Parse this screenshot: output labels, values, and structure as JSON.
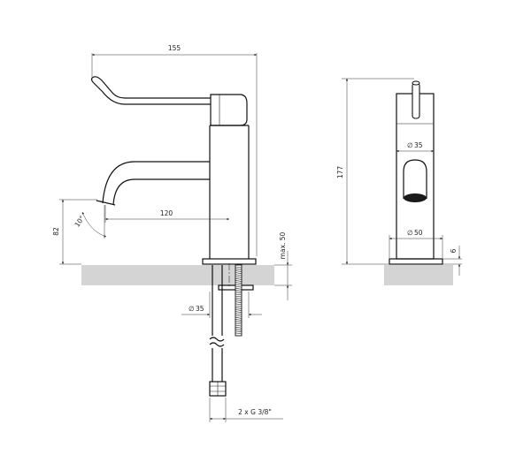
{
  "dimensions": {
    "overall_width": "155",
    "spout_reach": "120",
    "spout_height": "82",
    "spout_angle": "10°",
    "max_counter_thickness": "max. 50",
    "hole_diameter": "35",
    "connection": "2 x G 3/8\"",
    "overall_height": "177",
    "body_diameter": "35",
    "base_diameter": "50",
    "base_height": "6"
  },
  "symbols": {
    "diameter": "∅"
  },
  "colors": {
    "counter_fill": "#d4d4d4",
    "line": "#111111",
    "aerator": "#1a1a1a"
  }
}
